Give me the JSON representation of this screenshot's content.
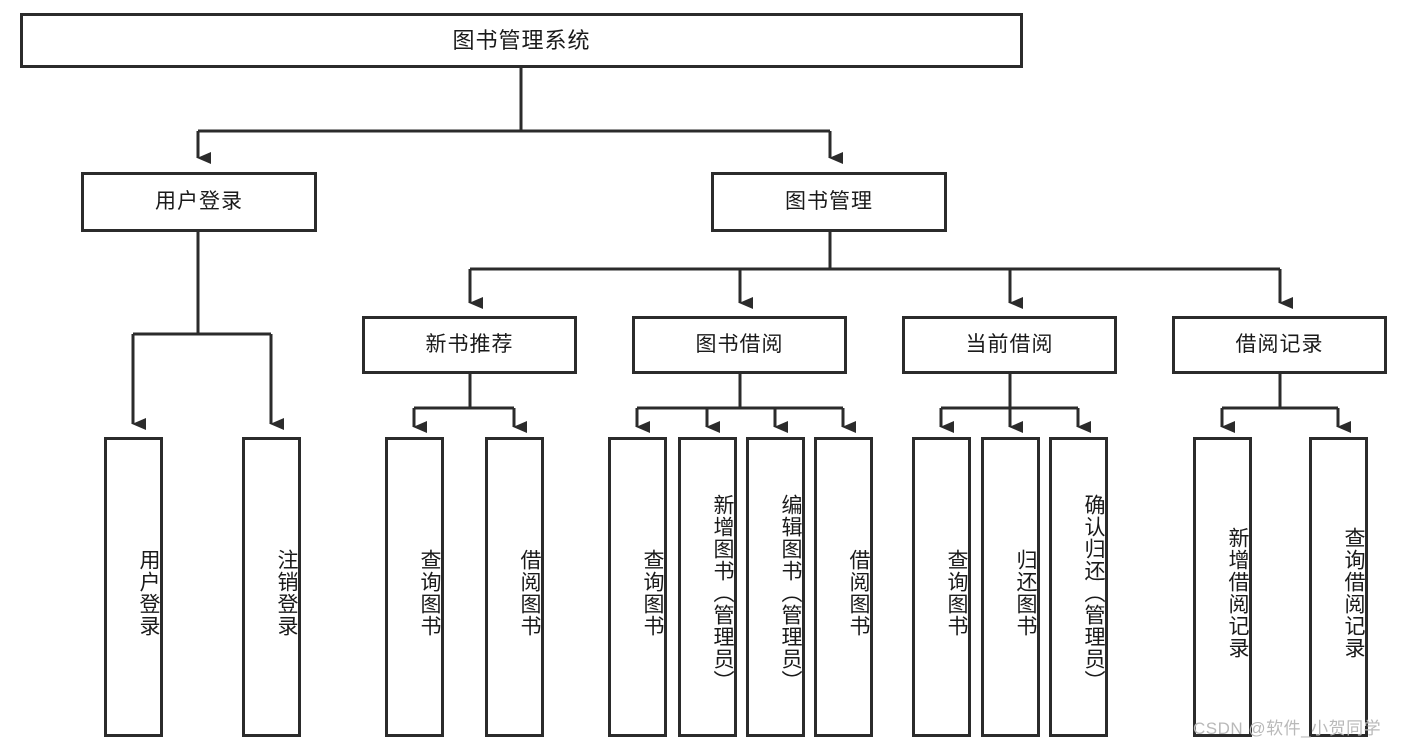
{
  "diagram": {
    "type": "tree-hierarchy",
    "title": "图书管理系统",
    "orientation": "top-down",
    "colors": {
      "box_border": "#2b2b2b",
      "box_fill": "#ffffff",
      "line": "#2b2b2b",
      "text": "#1a1a1a",
      "watermark": "#b9b9b9",
      "background": "#ffffff"
    },
    "root": {
      "label": "图书管理系统"
    },
    "level2": [
      {
        "label": "用户登录"
      },
      {
        "label": "图书管理"
      }
    ],
    "level3": [
      {
        "label": "新书推荐"
      },
      {
        "label": "图书借阅"
      },
      {
        "label": "当前借阅"
      },
      {
        "label": "借阅记录"
      }
    ],
    "leaves": {
      "user_login": [
        {
          "label": "用户登录"
        },
        {
          "label": "注销登录"
        }
      ],
      "new_book_recommend": [
        {
          "label": "查询图书"
        },
        {
          "label": "借阅图书"
        }
      ],
      "book_borrow": [
        {
          "label": "查询图书"
        },
        {
          "label": "新增图书（管理员）"
        },
        {
          "label": "编辑图书（管理员）"
        },
        {
          "label": "借阅图书"
        }
      ],
      "current_borrow": [
        {
          "label": "查询图书"
        },
        {
          "label": "归还图书"
        },
        {
          "label": "确认归还（管理员）"
        }
      ],
      "borrow_record": [
        {
          "label": "新增借阅记录"
        },
        {
          "label": "查询借阅记录"
        }
      ]
    },
    "watermark": "CSDN @软件_小贺同学"
  }
}
